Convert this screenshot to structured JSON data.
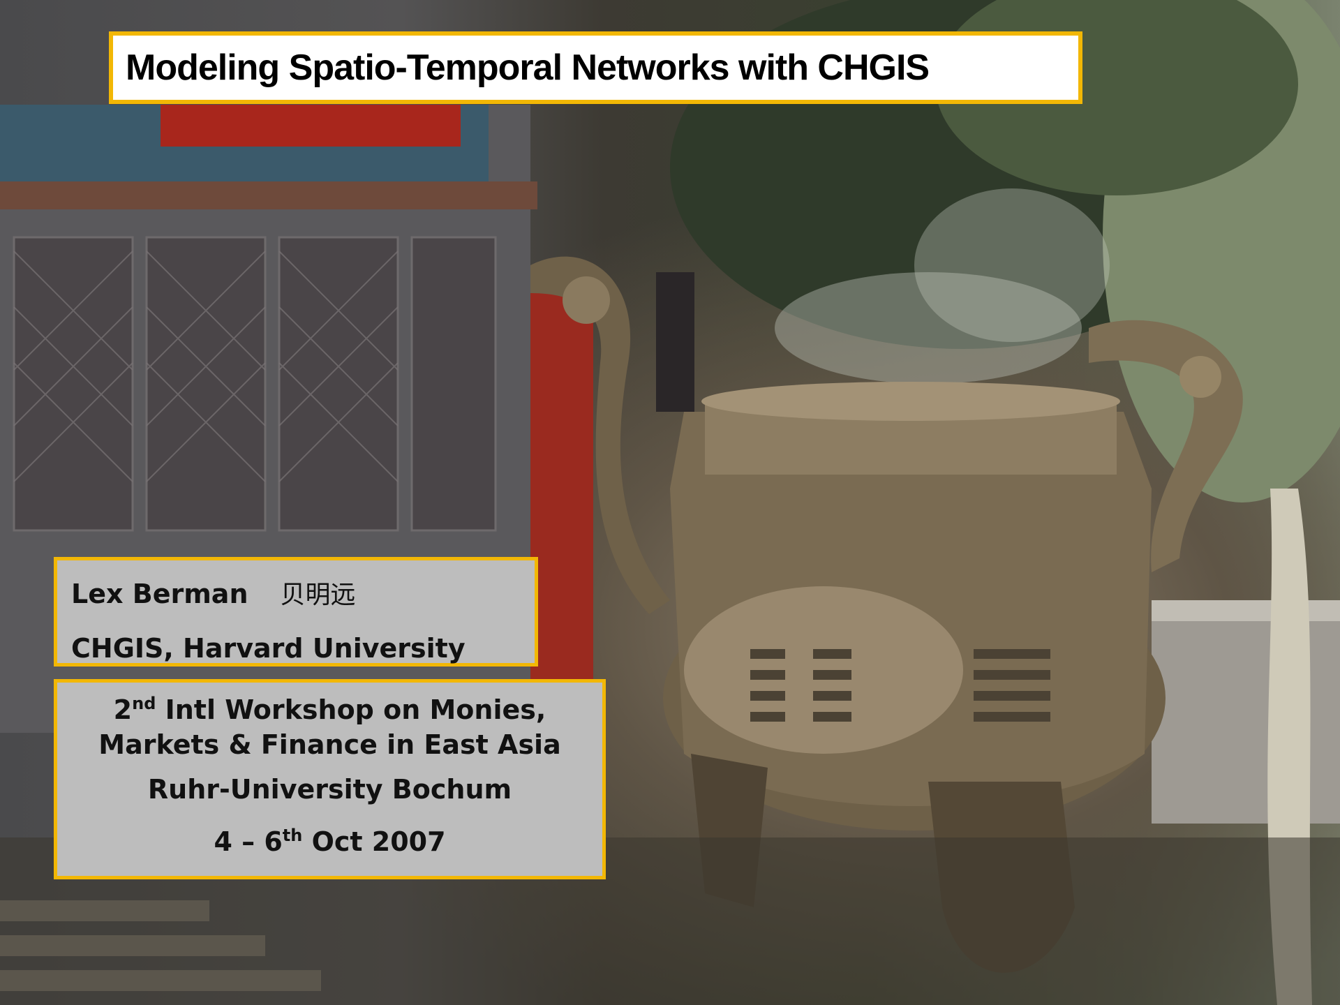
{
  "slide": {
    "title": "Modeling Spatio-Temporal Networks with CHGIS",
    "author": {
      "name": "Lex Berman",
      "name_chinese": "贝明远",
      "affiliation": "CHGIS, Harvard University"
    },
    "event": {
      "line1_ordinal": "2",
      "line1_ordinal_suffix": "nd",
      "line1_rest": " Intl Workshop on Monies,",
      "line2": "Markets & Finance in East Asia",
      "venue": "Ruhr-University Bochum",
      "date_prefix": "4 – 6",
      "date_suffix": "th",
      "date_rest": " Oct 2007"
    },
    "background_photo": "bronze incense burner (ding) in front of a temple with smoke and trees",
    "accent_color": "#f2b705"
  }
}
